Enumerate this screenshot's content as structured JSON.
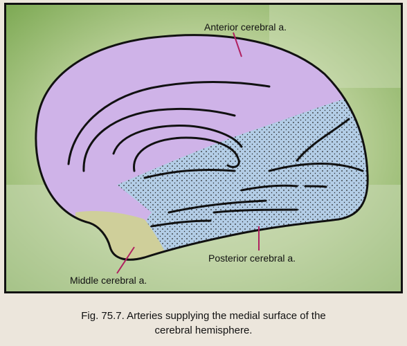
{
  "labels": {
    "anterior": "Anterior cerebral a.",
    "posterior": "Posterior cerebral a.",
    "middle": "Middle cerebral a."
  },
  "caption": {
    "line1": "Fig. 75.7. Arteries supplying the medial surface of the",
    "line2": "cerebral hemisphere."
  },
  "colors": {
    "anterior_territory": "#cfb3e8",
    "posterior_territory": "#b3cde6",
    "middle_territory": "#cfcf9a",
    "background_green": "#8fb56a",
    "outline": "#111111"
  }
}
